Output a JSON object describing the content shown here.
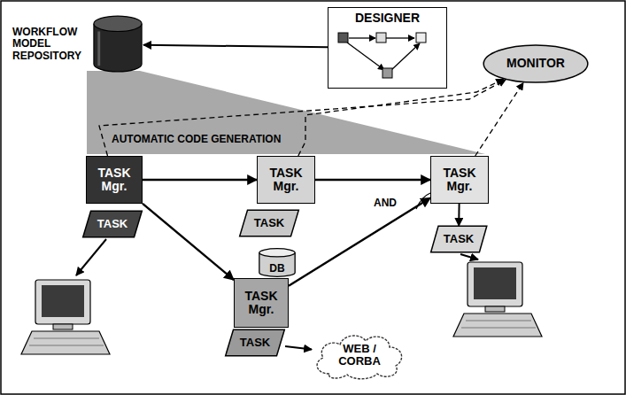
{
  "diagram": {
    "nodes": [
      {
        "text": [
          "WORKFLOW MODEL REPOSITORY"
        ]
      },
      {
        "text": [
          "DESIGNER"
        ]
      },
      {
        "text": [
          "MONITOR"
        ]
      },
      {
        "text": [
          "TASK Mgr."
        ]
      },
      {
        "text": [
          "TASK"
        ]
      },
      {
        "text": [
          "TASK Mgr."
        ]
      },
      {
        "text": [
          "TASK"
        ]
      },
      {
        "text": [
          "DB"
        ]
      },
      {
        "text": [
          "TASK Mgr."
        ]
      },
      {
        "text": [
          "TASK"
        ]
      },
      {
        "text": [
          "TASK Mgr."
        ]
      },
      {
        "text": [
          "TASK"
        ]
      },
      {
        "text": [
          "WEB / CORBA"
        ]
      }
    ],
    "edges": [
      {
        "from": 1,
        "to": 0,
        "arrow": "to"
      },
      {
        "from": 3,
        "to": 5,
        "arrow": "to"
      },
      {
        "from": 5,
        "to": 8,
        "arrow": "to"
      },
      {
        "from": 3,
        "to": 10,
        "arrow": "to"
      },
      {
        "from": 10,
        "to": 8,
        "arrow": "to"
      },
      {
        "from": 3,
        "to": 2,
        "arrow": "to"
      },
      {
        "from": 5,
        "to": 2,
        "arrow": "to"
      },
      {
        "from": 8,
        "to": 2,
        "arrow": "to"
      },
      {
        "from": 8,
        "to": 9,
        "arrow": "to"
      },
      {
        "from": 11,
        "to": 12,
        "arrow": "to"
      }
    ],
    "labels": [
      "AUTOMATIC CODE GENERATION",
      "AND"
    ]
  }
}
